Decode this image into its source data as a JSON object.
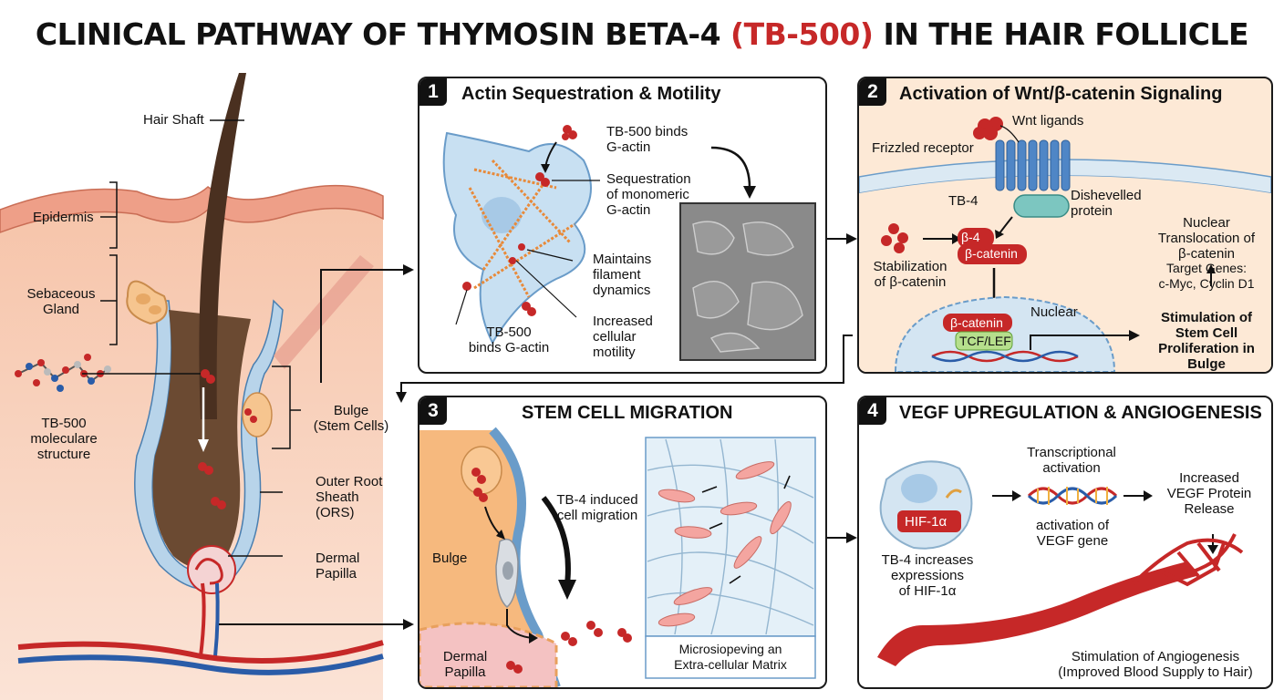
{
  "title": {
    "prefix": "CLINICAL PATHWAY OF THYMOSIN BETA-4 ",
    "highlight": "(TB-500)",
    "suffix": " IN THE HAIR FOLLICLE"
  },
  "colors": {
    "accent_red": "#c62828",
    "skin": "#f3b49a",
    "shaft": "#6b4a32",
    "sheath": "#a9cbe6",
    "panel_bg": "#fde9d6"
  },
  "follicle": {
    "hair_shaft": "Hair Shaft",
    "epidermis": "Epidermis",
    "sebaceous_line1": "Sebaceous",
    "sebaceous_line2": "Gland",
    "molecule_line1": "TB-500",
    "molecule_line2": "moleculare",
    "molecule_line3": "structure",
    "bulge_line1": "Bulge",
    "bulge_line2": "(Stem Cells)",
    "ors_line1": "Outer Root",
    "ors_line2": "Sheath",
    "ors_line3": "(ORS)",
    "papilla_line1": "Dermal",
    "papilla_line2": "Papilla"
  },
  "panel1": {
    "number": "1",
    "title": "Actin Sequestration & Motility",
    "binds_top_line1": "TB-500 binds",
    "binds_top_line2": "G-actin",
    "sequestration_line1": "Sequestration",
    "sequestration_line2": "of monomeric",
    "sequestration_line3": "G-actin",
    "maintains_line1": "Maintains",
    "maintains_line2": "filament",
    "maintains_line3": "dynamics",
    "motility_line1": "Increased",
    "motility_line2": "cellular",
    "motility_line3": "motility",
    "binds_bottom_line1": "TB-500",
    "binds_bottom_line2": "binds G-actin"
  },
  "panel2": {
    "number": "2",
    "title": "Activation of Wnt/β-catenin Signaling",
    "wnt": "Wnt ligands",
    "frizzled": "Frizzled receptor",
    "tb4": "TB-4",
    "dishevelled_line1": "Dishevelled",
    "dishevelled_line2": "protein",
    "b4": "β-4",
    "bcat": "β-catenin",
    "stabilization_line1": "Stabilization",
    "stabilization_line2": "of β-catenin",
    "nuclear_trans_line1": "Nuclear",
    "nuclear_trans_line2": "Translocation of",
    "nuclear_trans_line3": "β-catenin",
    "targets_line1": "Target Genes:",
    "targets_line2": "c-Myc, Cyclin D1",
    "nuclear": "Nuclear",
    "bcat_nuc": "β-catenin",
    "tcf": "TCF/LEF",
    "stim_line1": "Stimulation of",
    "stim_line2": "Stem Cell",
    "stim_line3": "Proliferation in",
    "stim_line4": "Bulge"
  },
  "panel3": {
    "number": "3",
    "title": "STEM CELL MIGRATION",
    "bulge": "Bulge",
    "induced_line1": "TB-4 induced",
    "induced_line2": "cell migration",
    "papilla_line1": "Dermal",
    "papilla_line2": "Papilla",
    "matrix_line1": "Microsiopeving an",
    "matrix_line2": "Extra-cellular Matrix"
  },
  "panel4": {
    "number": "4",
    "title": "VEGF UPREGULATION & ANGIOGENESIS",
    "hif": "HIF-1α",
    "tb4_line1": "TB-4 increases",
    "tb4_line2": "expressions",
    "tb4_line3": "of HIF-1α",
    "transcription_line1": "Transcriptional",
    "transcription_line2": "activation",
    "vegf_gene_line1": "activation of",
    "vegf_gene_line2": "VEGF gene",
    "release_line1": "Increased",
    "release_line2": "VEGF Protein",
    "release_line3": "Release",
    "angio_line1": "Stimulation of Angiogenesis",
    "angio_line2": "(Improved Blood Supply to Hair)"
  }
}
